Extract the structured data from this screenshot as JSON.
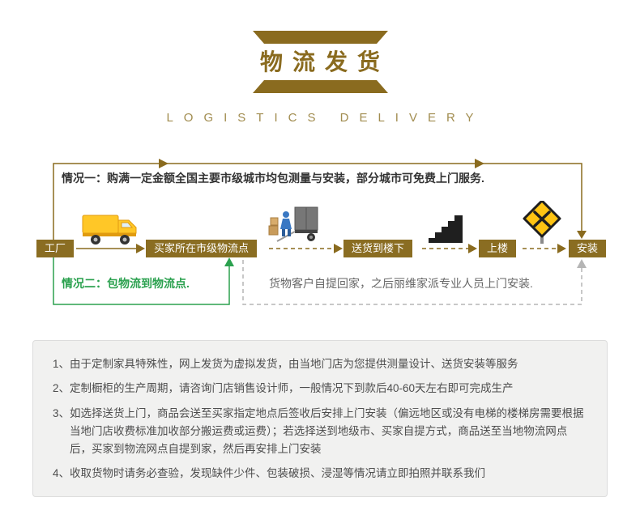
{
  "header": {
    "title": "物流发货",
    "subtitle": "LOGISTICS DELIVERY"
  },
  "diagram": {
    "case1": "情况一：购满一定金额全国主要市级城市均包测量与安装，部分城市可免费上门服务.",
    "case2": "情况二：包物流到物流点.",
    "pickup_note": "货物客户自提回家，之后丽维家派专业人员上门安装.",
    "nodes": [
      "工厂",
      "买家所在市级物流点",
      "送货到楼下",
      "上楼",
      "安装"
    ],
    "icons": [
      "truck-icon",
      "loading-icon",
      "stairs-icon",
      "roadwork-sign-icon"
    ]
  },
  "notes": [
    {
      "num": "1、",
      "text": "由于定制家具特殊性，网上发货为虚拟发货，由当地门店为您提供测量设计、送货安装等服务"
    },
    {
      "num": "2、",
      "text": "定制橱柜的生产周期，请咨询门店销售设计师，一般情况下到款后40-60天左右即可完成生产"
    },
    {
      "num": "3、",
      "text": "如选择送货上门，商品会送至买家指定地点后签收后安排上门安装（偏远地区或没有电梯的楼梯房需要根据当地门店收费标准加收部分搬运费或运费）；若选择送到地级市、买家自提方式，商品送至当地物流网点后，买家到物流网点自提到家，然后再安排上门安装"
    },
    {
      "num": "4、",
      "text": "收取货物时请务必查验，发现缺件少件、包装破损、浸湿等情况请立即拍照并联系我们"
    }
  ],
  "colors": {
    "accent_brown": "#8a6b1f",
    "label_bg": "#8a6d22",
    "case2_green": "#2ba14f",
    "dashed_gray": "#b5b5b5",
    "truck_yellow": "#ffc727",
    "sign_yellow": "#ffc413",
    "notes_bg": "#f1f1f0"
  }
}
